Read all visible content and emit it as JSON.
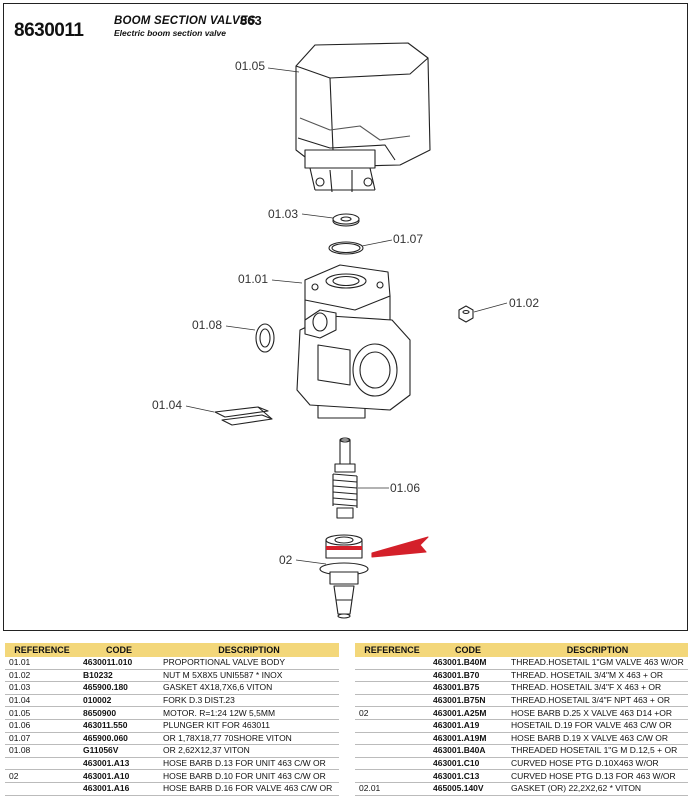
{
  "header": {
    "part_number": "8630011",
    "title": "BOOM SECTION VALVES",
    "series": "863",
    "subtitle": "Electric boom section valve"
  },
  "callouts": [
    "01.05",
    "01.03",
    "01.07",
    "01.01",
    "01.02",
    "01.08",
    "01.04",
    "01.06",
    "02"
  ],
  "colors": {
    "table_header": "#f3d77a",
    "highlight_ring": "#d4202a",
    "arrow": "#d4202a"
  },
  "table_columns": [
    "REFERENCE",
    "CODE",
    "DESCRIPTION"
  ],
  "left_rows": [
    [
      "01.01",
      "4630011.010",
      "PROPORTIONAL VALVE BODY"
    ],
    [
      "01.02",
      "B10232",
      "NUT M 5X8X5 UNI5587 * INOX"
    ],
    [
      "01.03",
      "465900.180",
      "GASKET 4X18,7X6,6 VITON"
    ],
    [
      "01.04",
      "010002",
      "FORK D.3  DIST.23"
    ],
    [
      "01.05",
      "8650900",
      "MOTOR. R=1:24 12W 5,5MM"
    ],
    [
      "01.06",
      "463011.550",
      "PLUNGER KIT FOR 463011"
    ],
    [
      "01.07",
      "465900.060",
      "OR 1,78X18,77 70SHORE VITON"
    ],
    [
      "01.08",
      "G11056V",
      "OR 2,62X12,37 VITON"
    ],
    [
      "",
      "463001.A13",
      "HOSE BARB D.13 FOR UNIT 463 C/W OR"
    ],
    [
      "02",
      "463001.A10",
      "HOSE BARB D.10 FOR UNIT 463 C/W OR"
    ],
    [
      "",
      "463001.A16",
      "HOSE BARB D.16 FOR VALVE 463 C/W OR"
    ]
  ],
  "right_rows": [
    [
      "",
      "463001.B40M",
      "THREAD.HOSETAIL 1\"GM VALVE 463 W/OR"
    ],
    [
      "",
      "463001.B70",
      "THREAD. HOSETAIL 3/4\"M X 463 + OR"
    ],
    [
      "",
      "463001.B75",
      "THREAD. HOSETAIL 3/4\"F X 463 + OR"
    ],
    [
      "",
      "463001.B75N",
      "THREAD.HOSETAIL 3/4\"F NPT 463 + OR"
    ],
    [
      "02",
      "463001.A25M",
      "HOSE BARB D.25 X VALVE 463 D14 +OR"
    ],
    [
      "",
      "463001.A19",
      "HOSETAIL D.19 FOR VALVE 463  C/W OR"
    ],
    [
      "",
      "463001.A19M",
      "HOSE BARB D.19 X VALVE 463 C/W OR"
    ],
    [
      "",
      "463001.B40A",
      "THREADED HOSETAIL 1\"G M D.12,5 + OR"
    ],
    [
      "",
      "463001.C10",
      "CURVED HOSE PTG D.10X463 W/OR"
    ],
    [
      "",
      "463001.C13",
      "CURVED HOSE PTG D.13 FOR 463 W/OR"
    ],
    [
      "02.01",
      "465005.140V",
      "GASKET (OR) 22,2X2,62 * VITON"
    ]
  ]
}
